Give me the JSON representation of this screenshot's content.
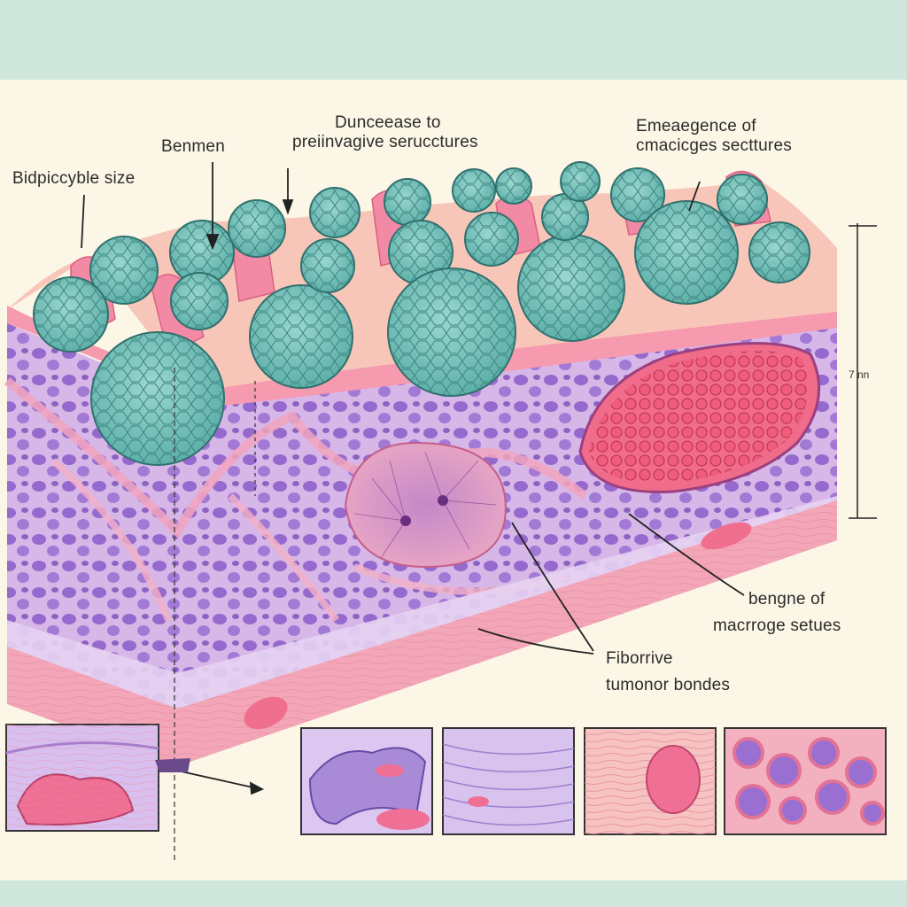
{
  "labels": {
    "bidpiccyble": "Bidpiccyble size",
    "benmen": "Benmen",
    "dunceease_line1": "Dunceease to",
    "dunceease_line2": "preiinvagive serucctures",
    "emergence_line1": "Emeaegence of",
    "emergence_line2": "cmacicges secttures",
    "bengne_line1": "bengne of",
    "bengne_line2": "macrroge setues",
    "fiborrive_line1": "Fiborrive",
    "fiborrive_line2": "tumonor bondes",
    "scale": "7 nn"
  },
  "colors": {
    "band": "#cfe6dc",
    "paper": "#fbf6e6",
    "lobule": "#7cc4bd",
    "lobule_stroke": "#2f6f6c",
    "epithelium": "#f29ab0",
    "stroma_purple": "#b38fd6",
    "nucleus": "#8a5cc8",
    "red_cluster": "#e84a6c"
  }
}
